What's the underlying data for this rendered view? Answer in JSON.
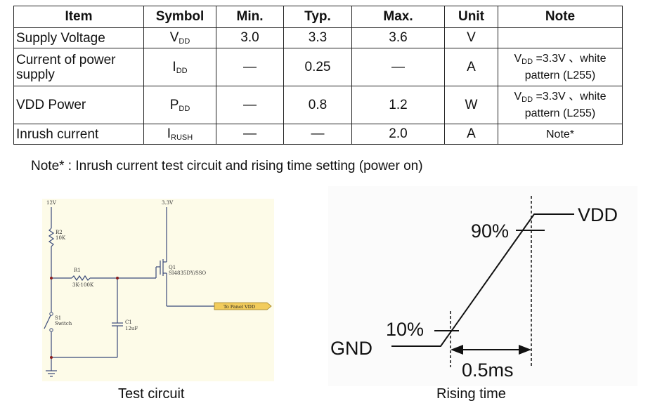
{
  "table": {
    "headers": [
      "Item",
      "Symbol",
      "Min.",
      "Typ.",
      "Max.",
      "Unit",
      "Note"
    ],
    "rows": [
      {
        "item": "Supply Voltage",
        "sym_main": "V",
        "sym_sub": "DD",
        "min": "3.0",
        "typ": "3.3",
        "max": "3.6",
        "unit": "V",
        "note_sym": "",
        "note_sub": "",
        "note_rest": "",
        "note_line2": ""
      },
      {
        "item": "Current of power supply",
        "sym_main": "I",
        "sym_sub": "DD",
        "min": "—",
        "typ": "0.25",
        "max": "—",
        "unit": "A",
        "note_sym": "V",
        "note_sub": "DD",
        "note_rest": " =3.3V 、white",
        "note_line2": "pattern (L255)"
      },
      {
        "item": "VDD Power",
        "sym_main": "P",
        "sym_sub": "DD",
        "min": "—",
        "typ": "0.8",
        "max": "1.2",
        "unit": "W",
        "note_sym": "V",
        "note_sub": "DD",
        "note_rest": " =3.3V 、white",
        "note_line2": "pattern (L255)"
      },
      {
        "item": "Inrush current",
        "sym_main": "I",
        "sym_sub": "RUSH",
        "min": "—",
        "typ": "—",
        "max": "2.0",
        "unit": "A",
        "note_sym": "",
        "note_sub": "",
        "note_rest": "Note*",
        "note_line2": ""
      }
    ]
  },
  "note_text": "Note* : Inrush current test circuit and rising time setting (power on)",
  "circuit": {
    "label_12v": "12V",
    "label_33v": "3.3V",
    "r2_name": "R2",
    "r2_value": "10K",
    "r1_name": "R1",
    "r1_value": "3K-100K",
    "q1_name": "Q1",
    "q1_part": "SI4835DY/SSO",
    "s1_name": "S1",
    "s1_value": "Switch",
    "c1_name": "C1",
    "c1_value": "12uF",
    "out_label": "To Panel VDD"
  },
  "rise": {
    "label_vdd": "VDD",
    "label_90": "90%",
    "label_10": "10%",
    "label_gnd": "GND",
    "label_time": "0.5ms"
  },
  "captions": {
    "circuit": "Test circuit",
    "rise": "Rising time"
  }
}
